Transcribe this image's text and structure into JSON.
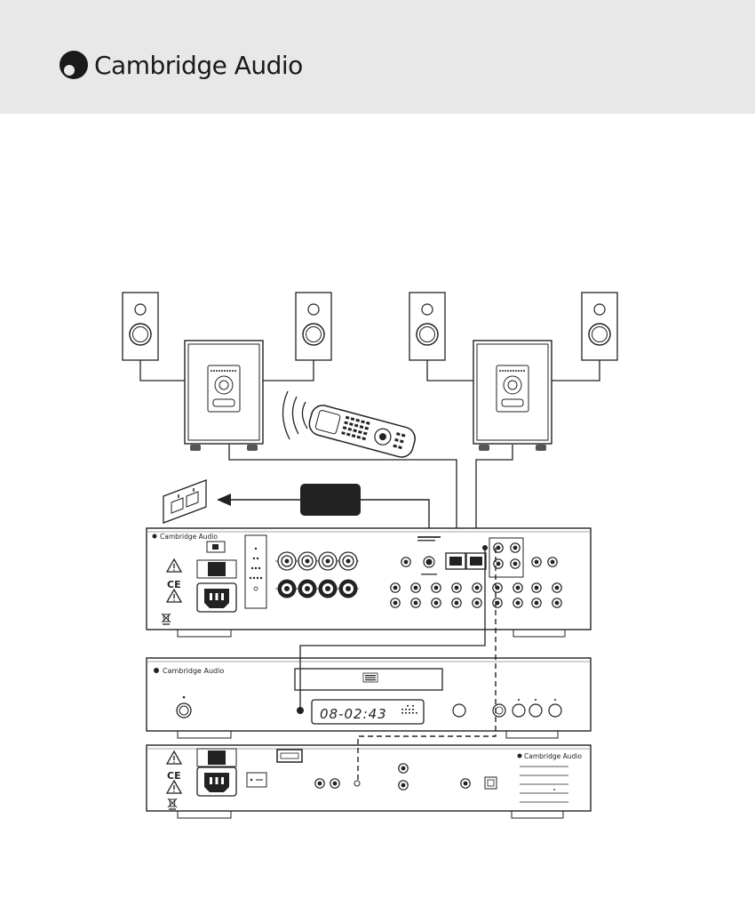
{
  "header": {
    "brand_name": "Cambridge Audio",
    "background_color": "#e8e8e8"
  },
  "diagram": {
    "amp_brand": "Cambridge Audio",
    "cd_brand": "Cambridge Audio",
    "cd_rear_brand": "Cambridge Audio",
    "cd_display": "08-02:43",
    "ce_mark": "CE"
  }
}
